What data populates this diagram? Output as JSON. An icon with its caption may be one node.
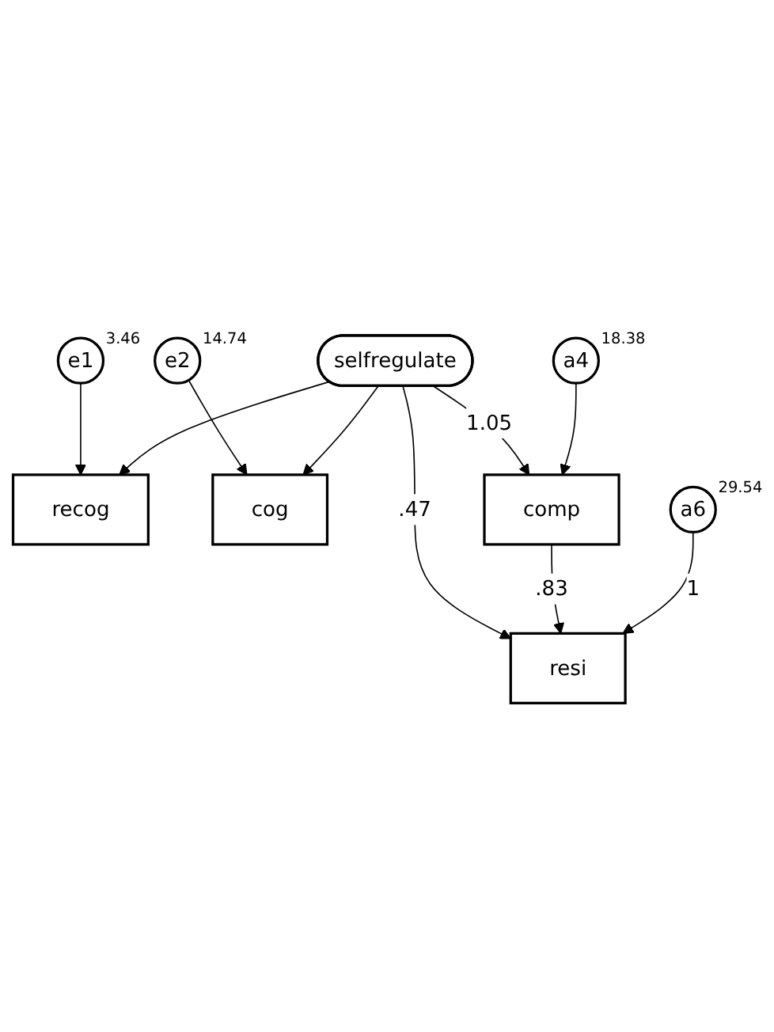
{
  "diagram": {
    "nodes": [
      {
        "text": [
          "e1"
        ],
        "beside": [
          "3.46"
        ]
      },
      {
        "text": [
          "e2"
        ],
        "beside": [
          "14.74"
        ]
      },
      {
        "text": [
          "recog"
        ]
      },
      {
        "text": [
          "cog"
        ]
      },
      {
        "text": [
          "selfregulate"
        ]
      },
      {
        "text": [
          "a4"
        ],
        "beside": [
          "18.38"
        ]
      },
      {
        "text": [
          "comp"
        ]
      },
      {
        "text": [
          "a6"
        ],
        "beside": [
          "29.54"
        ]
      },
      {
        "text": [
          "resi"
        ]
      }
    ],
    "edges": [
      {
        "from": 0,
        "to": 2,
        "arrow": "to"
      },
      {
        "from": 1,
        "to": 3,
        "arrow": "to"
      },
      {
        "from": 4,
        "to": 2,
        "arrow": "to"
      },
      {
        "from": 4,
        "to": 3,
        "arrow": "to"
      },
      {
        "from": 4,
        "to": 6,
        "arrow": "to",
        "label": "1.05"
      },
      {
        "from": 5,
        "to": 6,
        "arrow": "to"
      },
      {
        "from": 4,
        "to": 8,
        "arrow": "to",
        "label": ".47"
      },
      {
        "from": 6,
        "to": 8,
        "arrow": "to",
        "label": ".83"
      },
      {
        "from": 7,
        "to": 8,
        "arrow": "to",
        "label": "1"
      }
    ]
  }
}
